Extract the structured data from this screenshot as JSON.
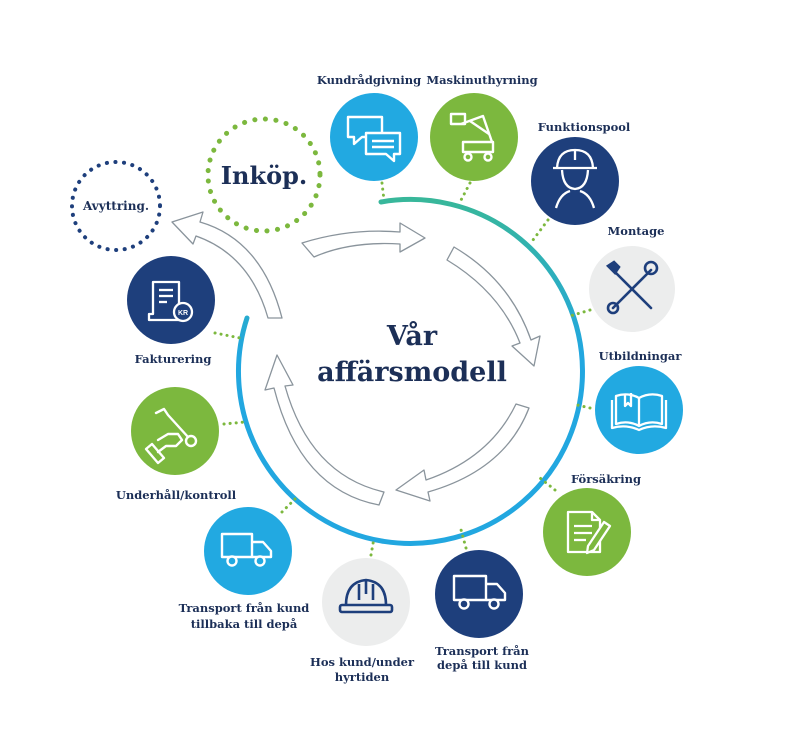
{
  "center": {
    "line1": "Vår",
    "line2": "affärsmodell"
  },
  "inkop": "Inköp.",
  "avyttring": "Avyttring.",
  "nodes": {
    "kundradgivning": "Kundrådgivning",
    "maskinuthyrning": "Maskinuthyrning",
    "funktionspool": "Funktionspool",
    "montage": "Montage",
    "utbildningar": "Utbildningar",
    "forsakring": "Försäkring",
    "transport_kund_1": "Transport från",
    "transport_kund_2": "depå till kund",
    "hos_kund_1": "Hos kund/under",
    "hos_kund_2": "hyrtiden",
    "transport_depa_1": "Transport från kund",
    "transport_depa_2": "tillbaka till depå",
    "underhall": "Underhåll/kontroll",
    "fakturering": "Fakturering"
  },
  "invoice_badge": "KR",
  "colors": {
    "navy": "#1e3f7c",
    "light_blue": "#22a9e1",
    "green": "#7cb83e",
    "grey": "#eceded",
    "ring_blue": "#22a7e0",
    "ring_green": "#3fb58e",
    "text": "#1c2f57"
  }
}
